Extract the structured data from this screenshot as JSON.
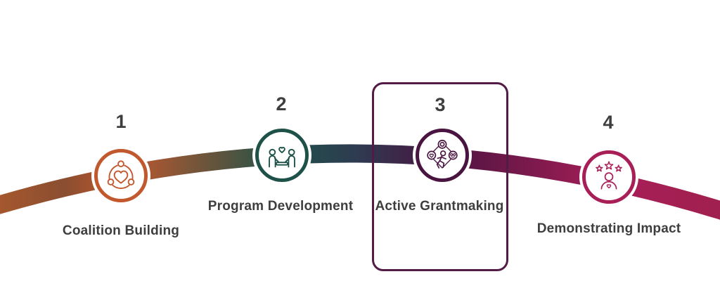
{
  "diagram": {
    "type": "process-arc-journey",
    "background": "#ffffff",
    "text_color": "#3e3e3e",
    "highlight_border_color": "#521c47",
    "band_gradient": [
      "#a5572e",
      "#8a4e31",
      "#c2582d",
      "#1e5249",
      "#2f3a51",
      "#4a1441",
      "#a81e57",
      "#a0204f"
    ],
    "steps": [
      {
        "number": "1",
        "label": "Coalition Building",
        "icon": "coalition-people-heart-icon",
        "color": "#c2582d",
        "highlighted": false
      },
      {
        "number": "2",
        "label": "Program Development",
        "icon": "meeting-table-heart-icon",
        "color": "#1e5249",
        "highlighted": false
      },
      {
        "number": "3",
        "label": "Active Grantmaking",
        "icon": "runner-grant-cycle-icon",
        "color": "#4a1441",
        "highlighted": true
      },
      {
        "number": "4",
        "label": "Demonstrating Impact",
        "icon": "person-stars-heart-icon",
        "color": "#a81e57",
        "highlighted": false
      }
    ]
  }
}
